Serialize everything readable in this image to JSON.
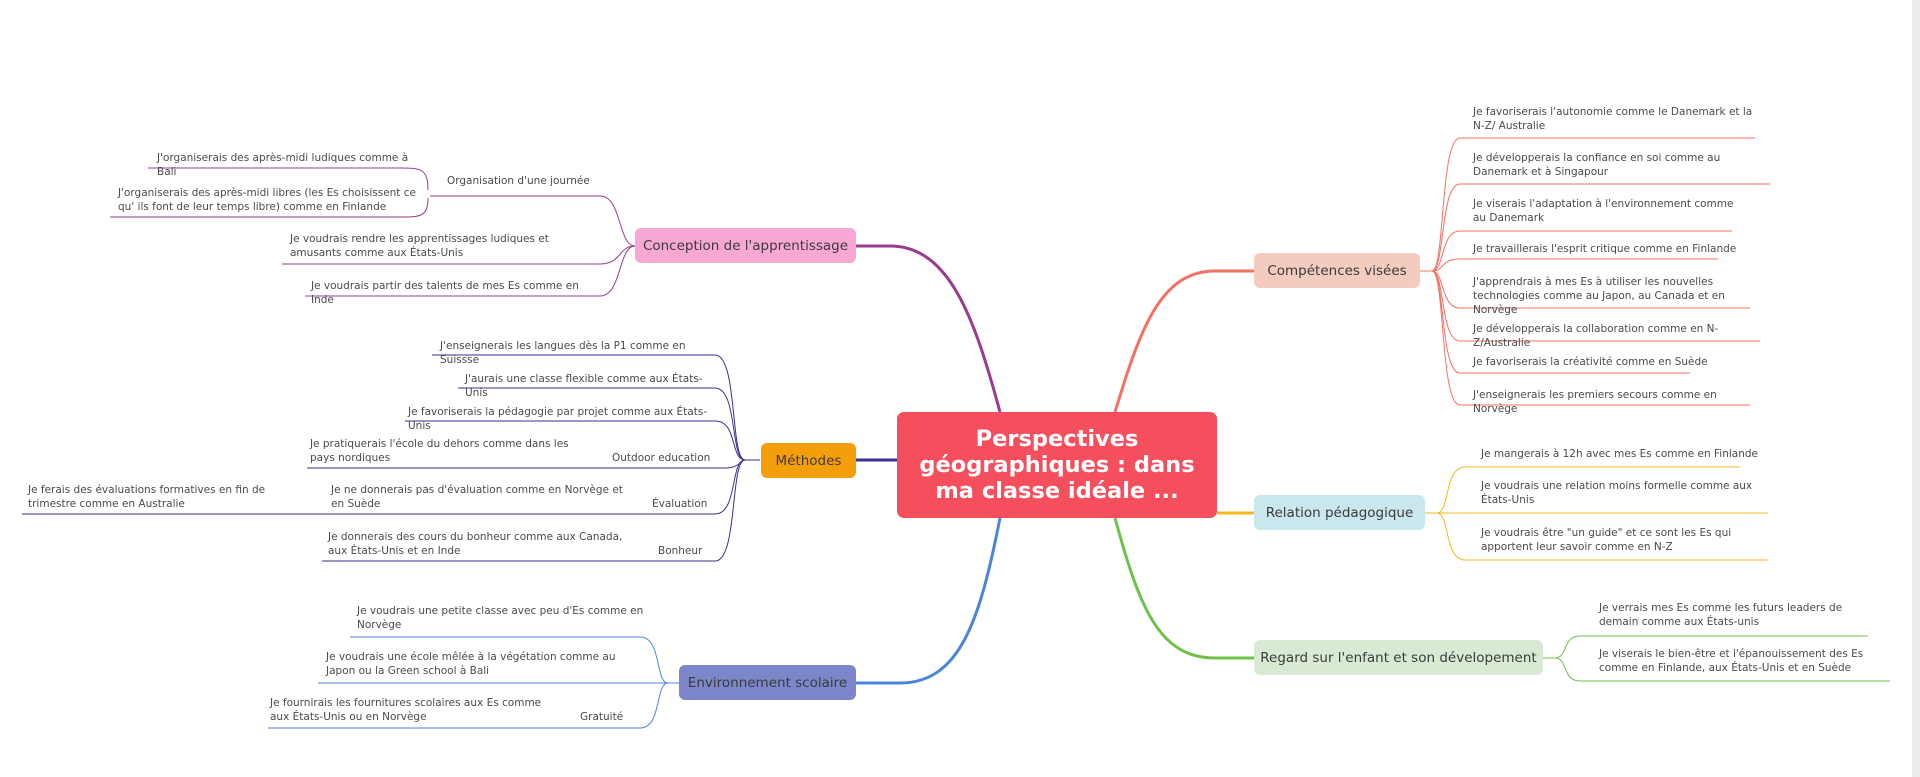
{
  "central": {
    "title": "Perspectives géographiques : dans ma classe idéale ..."
  },
  "branches": {
    "conception": "Conception de l'apprentissage",
    "methodes": "Méthodes",
    "environnement": "Environnement scolaire",
    "competences": "Compétences visées",
    "relation": "Relation pédagogique",
    "regard": "Regard sur l'enfant et son dévelopement"
  },
  "conception": {
    "organisation": "Organisation d'une journée",
    "bali_ludique": "J'organiserais des après-midi ludiques comme à Bali",
    "finlande_libre": "J'organiserais des après-midi libres (les Es choisissent ce qu' ils font de leur temps libre) comme en Finlande",
    "etats_unis": "Je voudrais rendre les apprentissages ludiques et amusants comme aux États-Unis",
    "inde": "Je voudrais partir des talents de mes Es comme en Inde"
  },
  "methodes": {
    "langues": "J'enseignerais les langues dès la P1 comme en Suissse",
    "flexible": "J'aurais une classe flexible comme aux États-Unis",
    "projet": "Je favoriserais la pédagogie par projet comme aux États-Unis",
    "outdoor_label": "Outdoor education",
    "outdoor": "Je pratiquerais l'école du dehors comme dans les pays nordiques",
    "evaluation_label": "Évaluation",
    "evaluation": "Je ne donnerais pas d'évaluation comme en Norvège et en Suède",
    "australie": "Je ferais des évaluations formatives en fin de trimestre comme en Australie",
    "bonheur_label": "Bonheur",
    "bonheur": "Je donnerais des cours du bonheur comme aux Canada, aux États-Unis et en Inde"
  },
  "environnement": {
    "petite_classe": "Je voudrais une petite classe avec peu d'Es comme en Norvège",
    "vegetation": "Je voudrais une école mêlée à la végétation comme au Japon ou la Green school à Bali",
    "gratuite_label": "Gratuité",
    "fournitures": "Je fournirais les fournitures scolaires aux Es comme aux États-Unis ou en Norvège"
  },
  "competences": {
    "autonomie": "Je favoriserais l'autonomie comme le Danemark et la N-Z/ Australie",
    "confiance": "Je développerais la confiance en soi comme au Danemark et à Singapour",
    "adaptation": "Je viserais l'adaptation à l'environnement comme au Danemark",
    "esprit_critique": "Je travaillerais l'esprit critique comme en Finlande",
    "technologies": "J'apprendrais à mes Es à utiliser les nouvelles technologies comme au Japon, au Canada et en Norvège",
    "collaboration": "Je développerais la collaboration comme en N-Z/Australie",
    "creativite": "Je favoriserais la créativité comme en Suède",
    "secours": "J'enseignerais les premiers secours comme en Norvège"
  },
  "relation": {
    "manger": "Je mangerais à 12h avec mes Es comme en Finlande",
    "moins_formelle": "Je voudrais une relation moins formelle comme aux États-Unis",
    "guide": "Je voudrais être \"un guide\" et ce sont les Es qui apportent leur savoir comme en N-Z"
  },
  "regard": {
    "leaders": "Je verrais mes Es comme les futurs leaders de demain comme aux États-unis",
    "bien_etre": "Je viserais le bien-être et l'épanouissement des Es comme en Finlande, aux États-Unis et en Suède"
  },
  "colors": {
    "central": "#f54e5c",
    "conception": "#f9a8d4",
    "conception_line": "#9a3b8f",
    "methodes": "#f59e0b",
    "methodes_line": "#3b2f8f",
    "environnement": "#7b87c9",
    "environnement_line": "#4a86d8",
    "competences": "#f4cbbf",
    "competences_line": "#f47062",
    "relation": "#c9e7ec",
    "relation_line": "#f5b81c",
    "regard": "#d8ead4",
    "regard_line": "#6cc24a"
  }
}
